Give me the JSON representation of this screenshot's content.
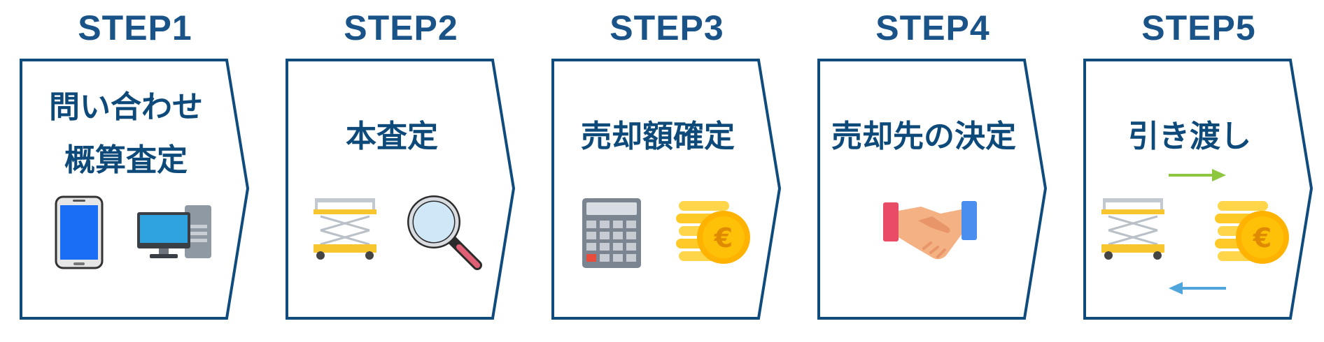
{
  "steps": [
    {
      "label": "STEP1",
      "title_lines": [
        "問い合わせ",
        "概算査定"
      ],
      "icons": [
        "smartphone-icon",
        "desktop-computer-icon"
      ]
    },
    {
      "label": "STEP2",
      "title_lines": [
        "本査定"
      ],
      "icons": [
        "scissor-lift-icon",
        "magnifying-glass-icon"
      ]
    },
    {
      "label": "STEP3",
      "title_lines": [
        "売却額確定"
      ],
      "icons": [
        "calculator-icon",
        "coins-icon"
      ]
    },
    {
      "label": "STEP4",
      "title_lines": [
        "売却先の決定"
      ],
      "icons": [
        "handshake-icon"
      ]
    },
    {
      "label": "STEP5",
      "title_lines": [
        "引き渡し"
      ],
      "icons": [
        "scissor-lift-icon",
        "coins-icon",
        "arrow-right-icon",
        "arrow-left-icon"
      ]
    }
  ],
  "colors": {
    "step_label": "#1a5388",
    "box_border": "#0f4c7d",
    "title": "#0d4a7a",
    "lift_yellow": "#f7c62f",
    "coin_yellow": "#ffc107",
    "arrow_green": "#8dc63f",
    "arrow_blue": "#4fa6dc"
  }
}
